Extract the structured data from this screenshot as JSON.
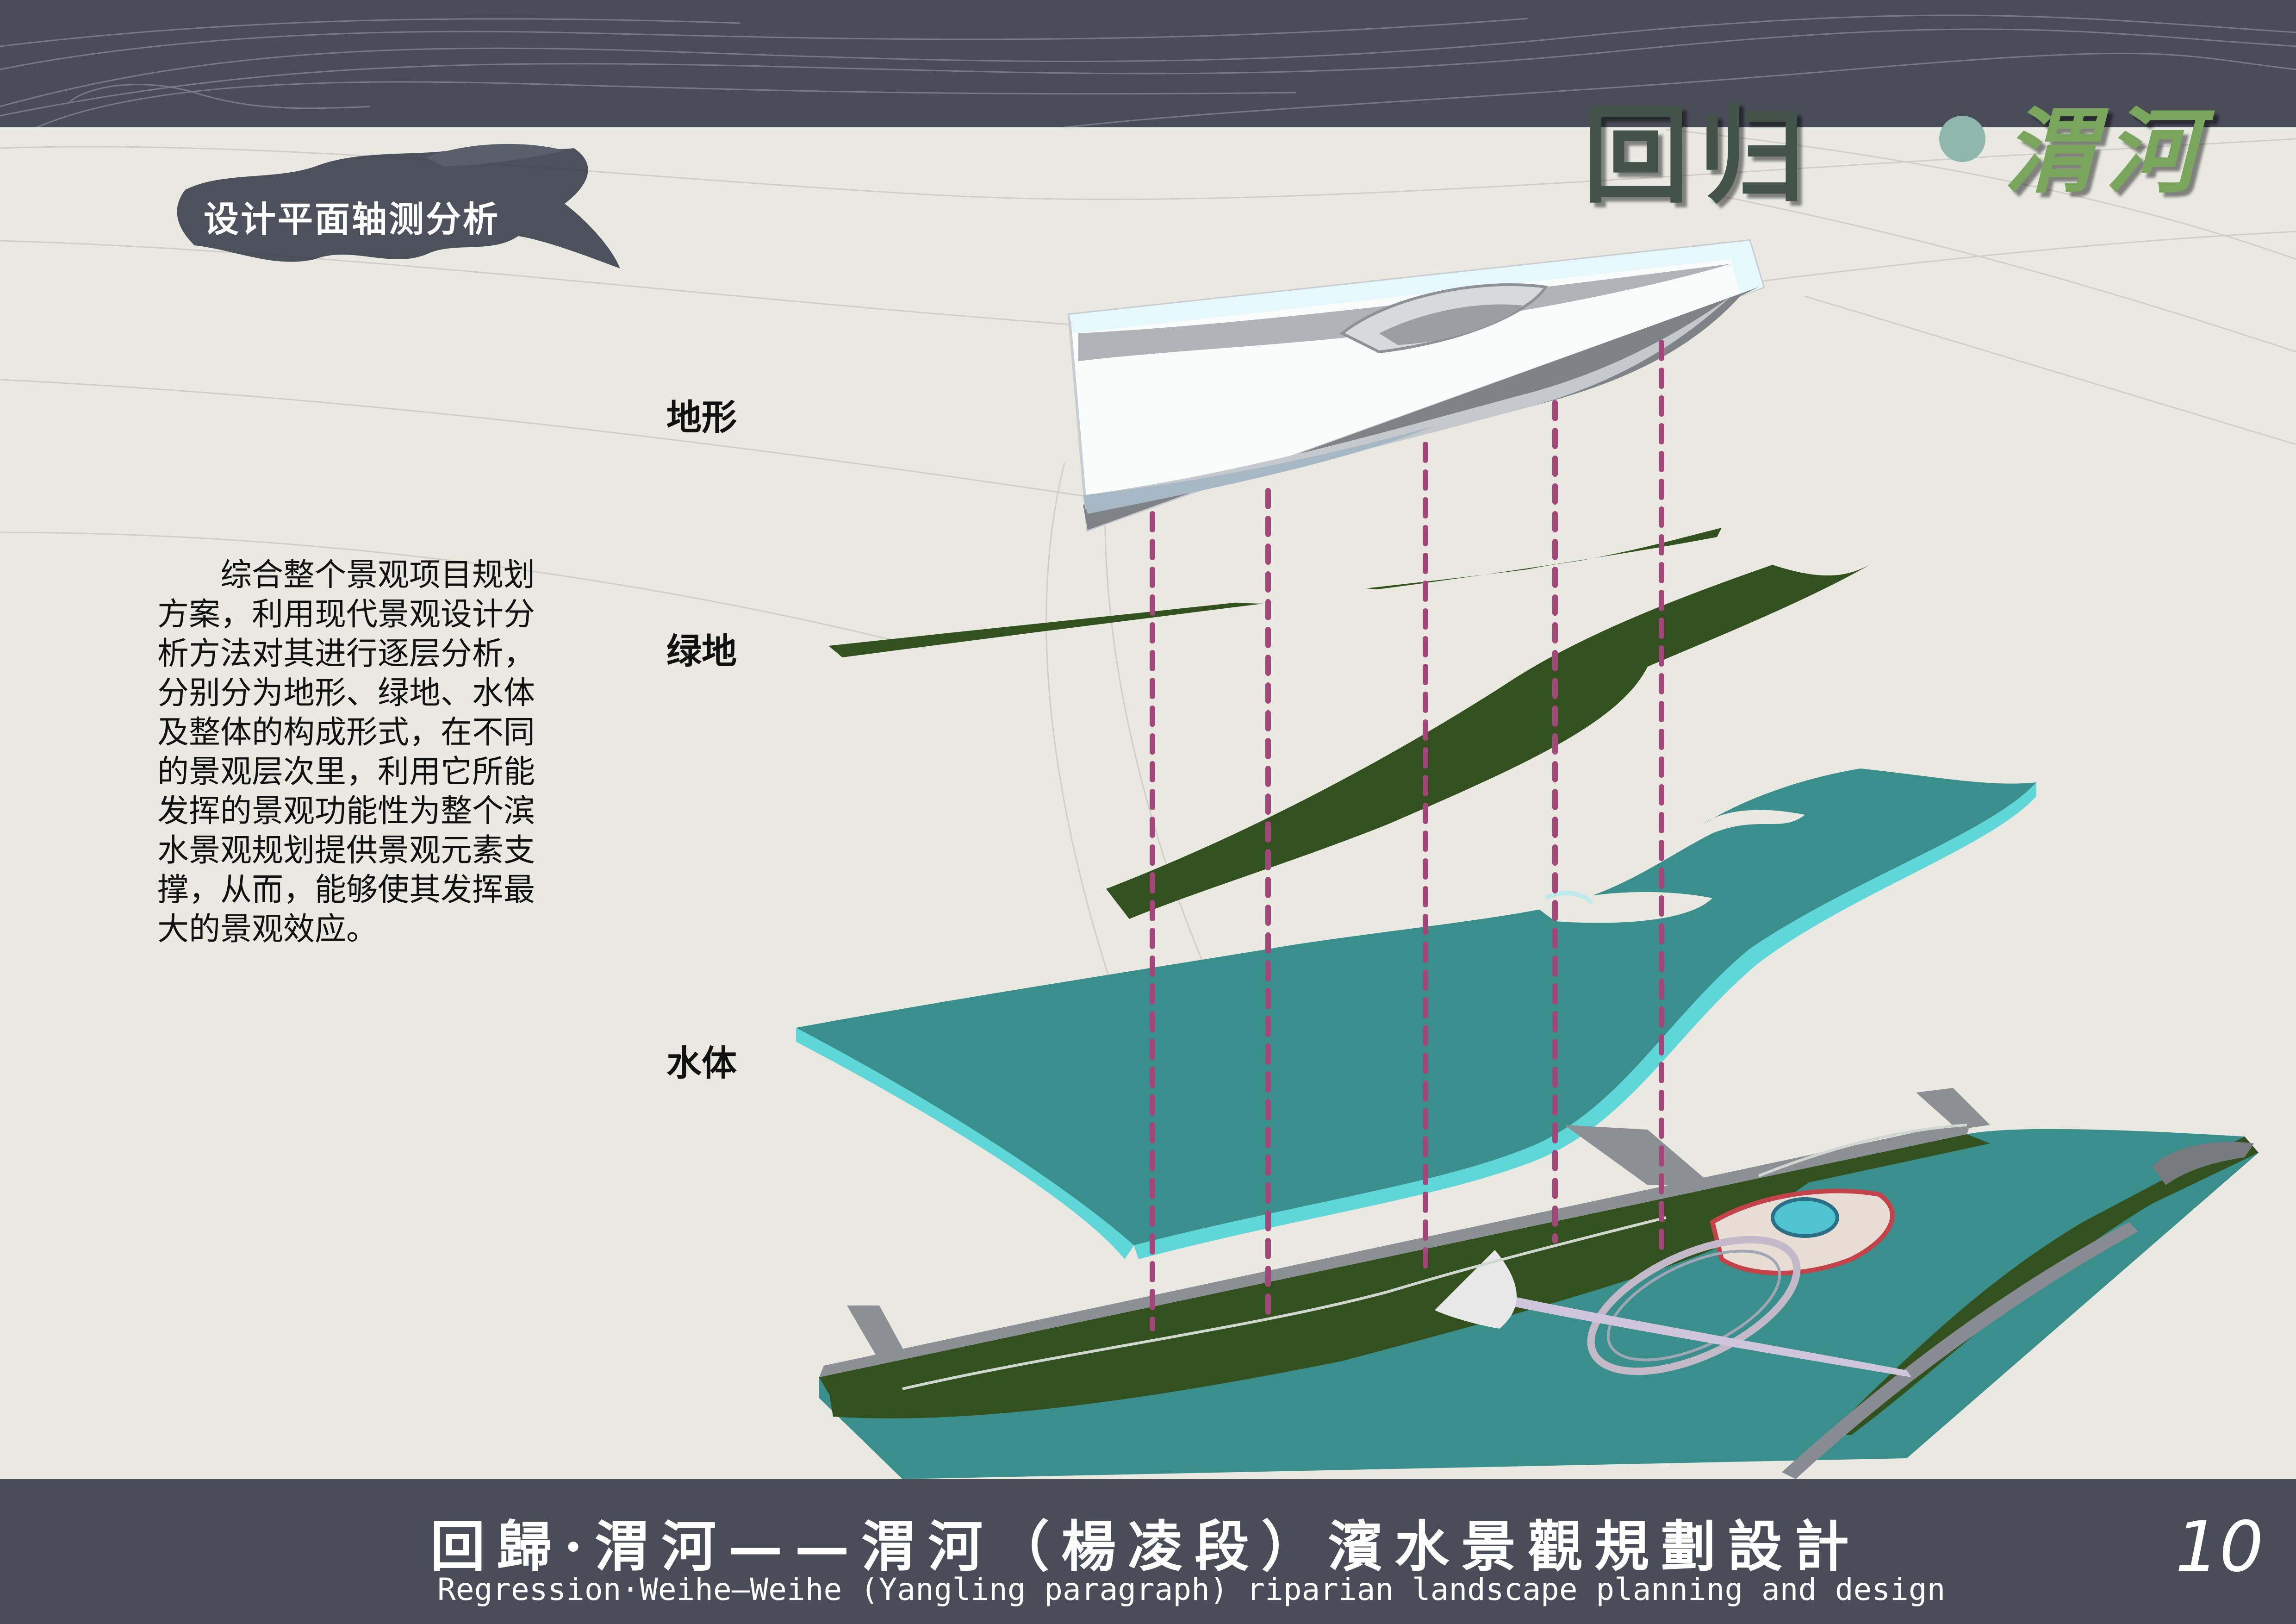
{
  "header": {
    "brand_main": "回归",
    "brand_sub": "渭河",
    "section_title": "设计平面轴测分析"
  },
  "layers": {
    "terrain": "地形",
    "green": "绿地",
    "water": "水体"
  },
  "description": "综合整个景观项目规划方案，利用现代景观设计分析方法对其进行逐层分析，分别分为地形、绿地、水体及整体的构成形式，在不同的景观层次里，利用它所能发挥的景观功能性为整个滨水景观规划提供景观元素支撑，从而，能够使其发挥最大的景观效应。",
  "footer": {
    "title": "回歸·渭河——渭河（楊凌段）濱水景觀規劃設計",
    "subtitle": "Regression·Weihe—Weihe (Yangling paragraph) riparian landscape planning and design",
    "page_number": "10"
  },
  "colors": {
    "band": "#4a4c58",
    "background": "#e9e9e2",
    "green_layer": "#33501f",
    "water_layer": "#3a8f8d",
    "water_edge": "#5fd6d8",
    "connector": "#a2477a"
  }
}
